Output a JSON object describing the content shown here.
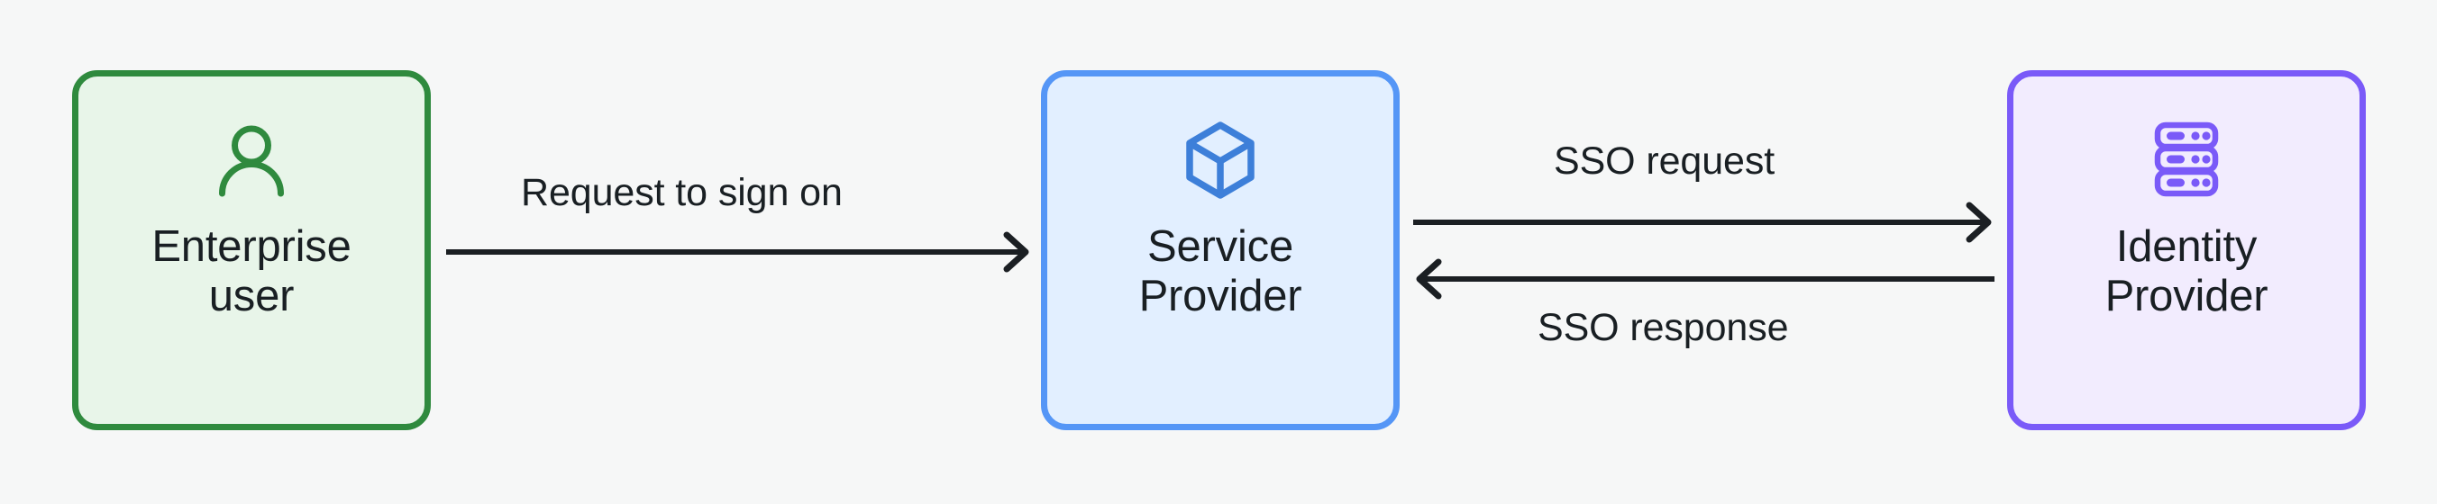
{
  "diagram": {
    "type": "sso-flow-diagram",
    "background_color": "#f6f7f7",
    "text_color": "#191f23"
  },
  "nodes": [
    {
      "id": "enterprise-user",
      "label": "Enterprise\nuser",
      "label_line1": "Enterprise",
      "label_line2": "user",
      "icon": "person-icon",
      "border_color": "#2f8a3e",
      "fill_color": "#e8f5e9",
      "icon_color": "#2f8a3e"
    },
    {
      "id": "service-provider",
      "label": "Service\nProvider",
      "label_line1": "Service",
      "label_line2": "Provider",
      "icon": "cube-icon",
      "border_color": "#5596f6",
      "fill_color": "#e2efff",
      "icon_color": "#3d7fd9"
    },
    {
      "id": "identity-provider",
      "label": "Identity\nProvider",
      "label_line1": "Identity",
      "label_line2": "Provider",
      "icon": "server-rack-icon",
      "border_color": "#7a5af8",
      "fill_color": "#f2ecfe",
      "icon_color": "#7a5af8"
    }
  ],
  "edges": [
    {
      "id": "request-to-sign-on",
      "label": "Request to sign on",
      "from": "enterprise-user",
      "to": "service-provider",
      "direction": "right",
      "label_position": "above"
    },
    {
      "id": "sso-request",
      "label": "SSO request",
      "from": "service-provider",
      "to": "identity-provider",
      "direction": "right",
      "label_position": "above"
    },
    {
      "id": "sso-response",
      "label": "SSO response",
      "from": "identity-provider",
      "to": "service-provider",
      "direction": "left",
      "label_position": "below"
    }
  ]
}
